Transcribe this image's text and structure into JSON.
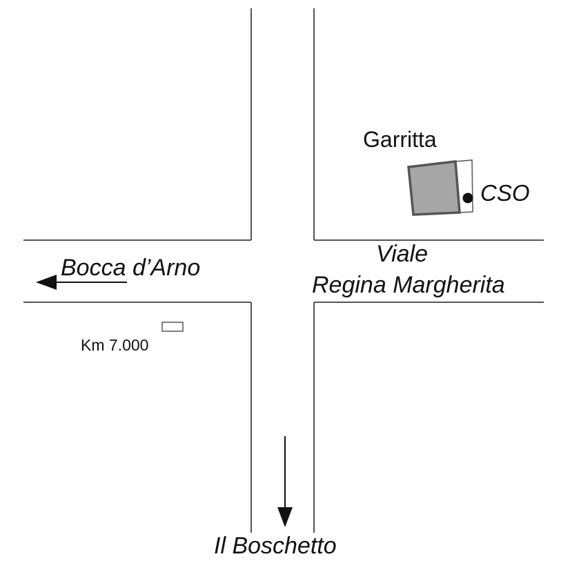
{
  "labels": {
    "garritta": "Garritta",
    "cso": "CSO",
    "viale_line1": "Viale",
    "viale_line2": "Regina Margherita",
    "bocca": "Bocca d’Arno",
    "km": "Km 7.000",
    "boschetto": "Il Boschetto"
  },
  "colors": {
    "road_line": "#555555",
    "building_fill": "#a6a6a6",
    "building_stroke": "#555555",
    "text": "#111111",
    "arrow": "#111111"
  },
  "icons": {
    "cso_marker": "filled-circle",
    "direction": "arrow"
  }
}
